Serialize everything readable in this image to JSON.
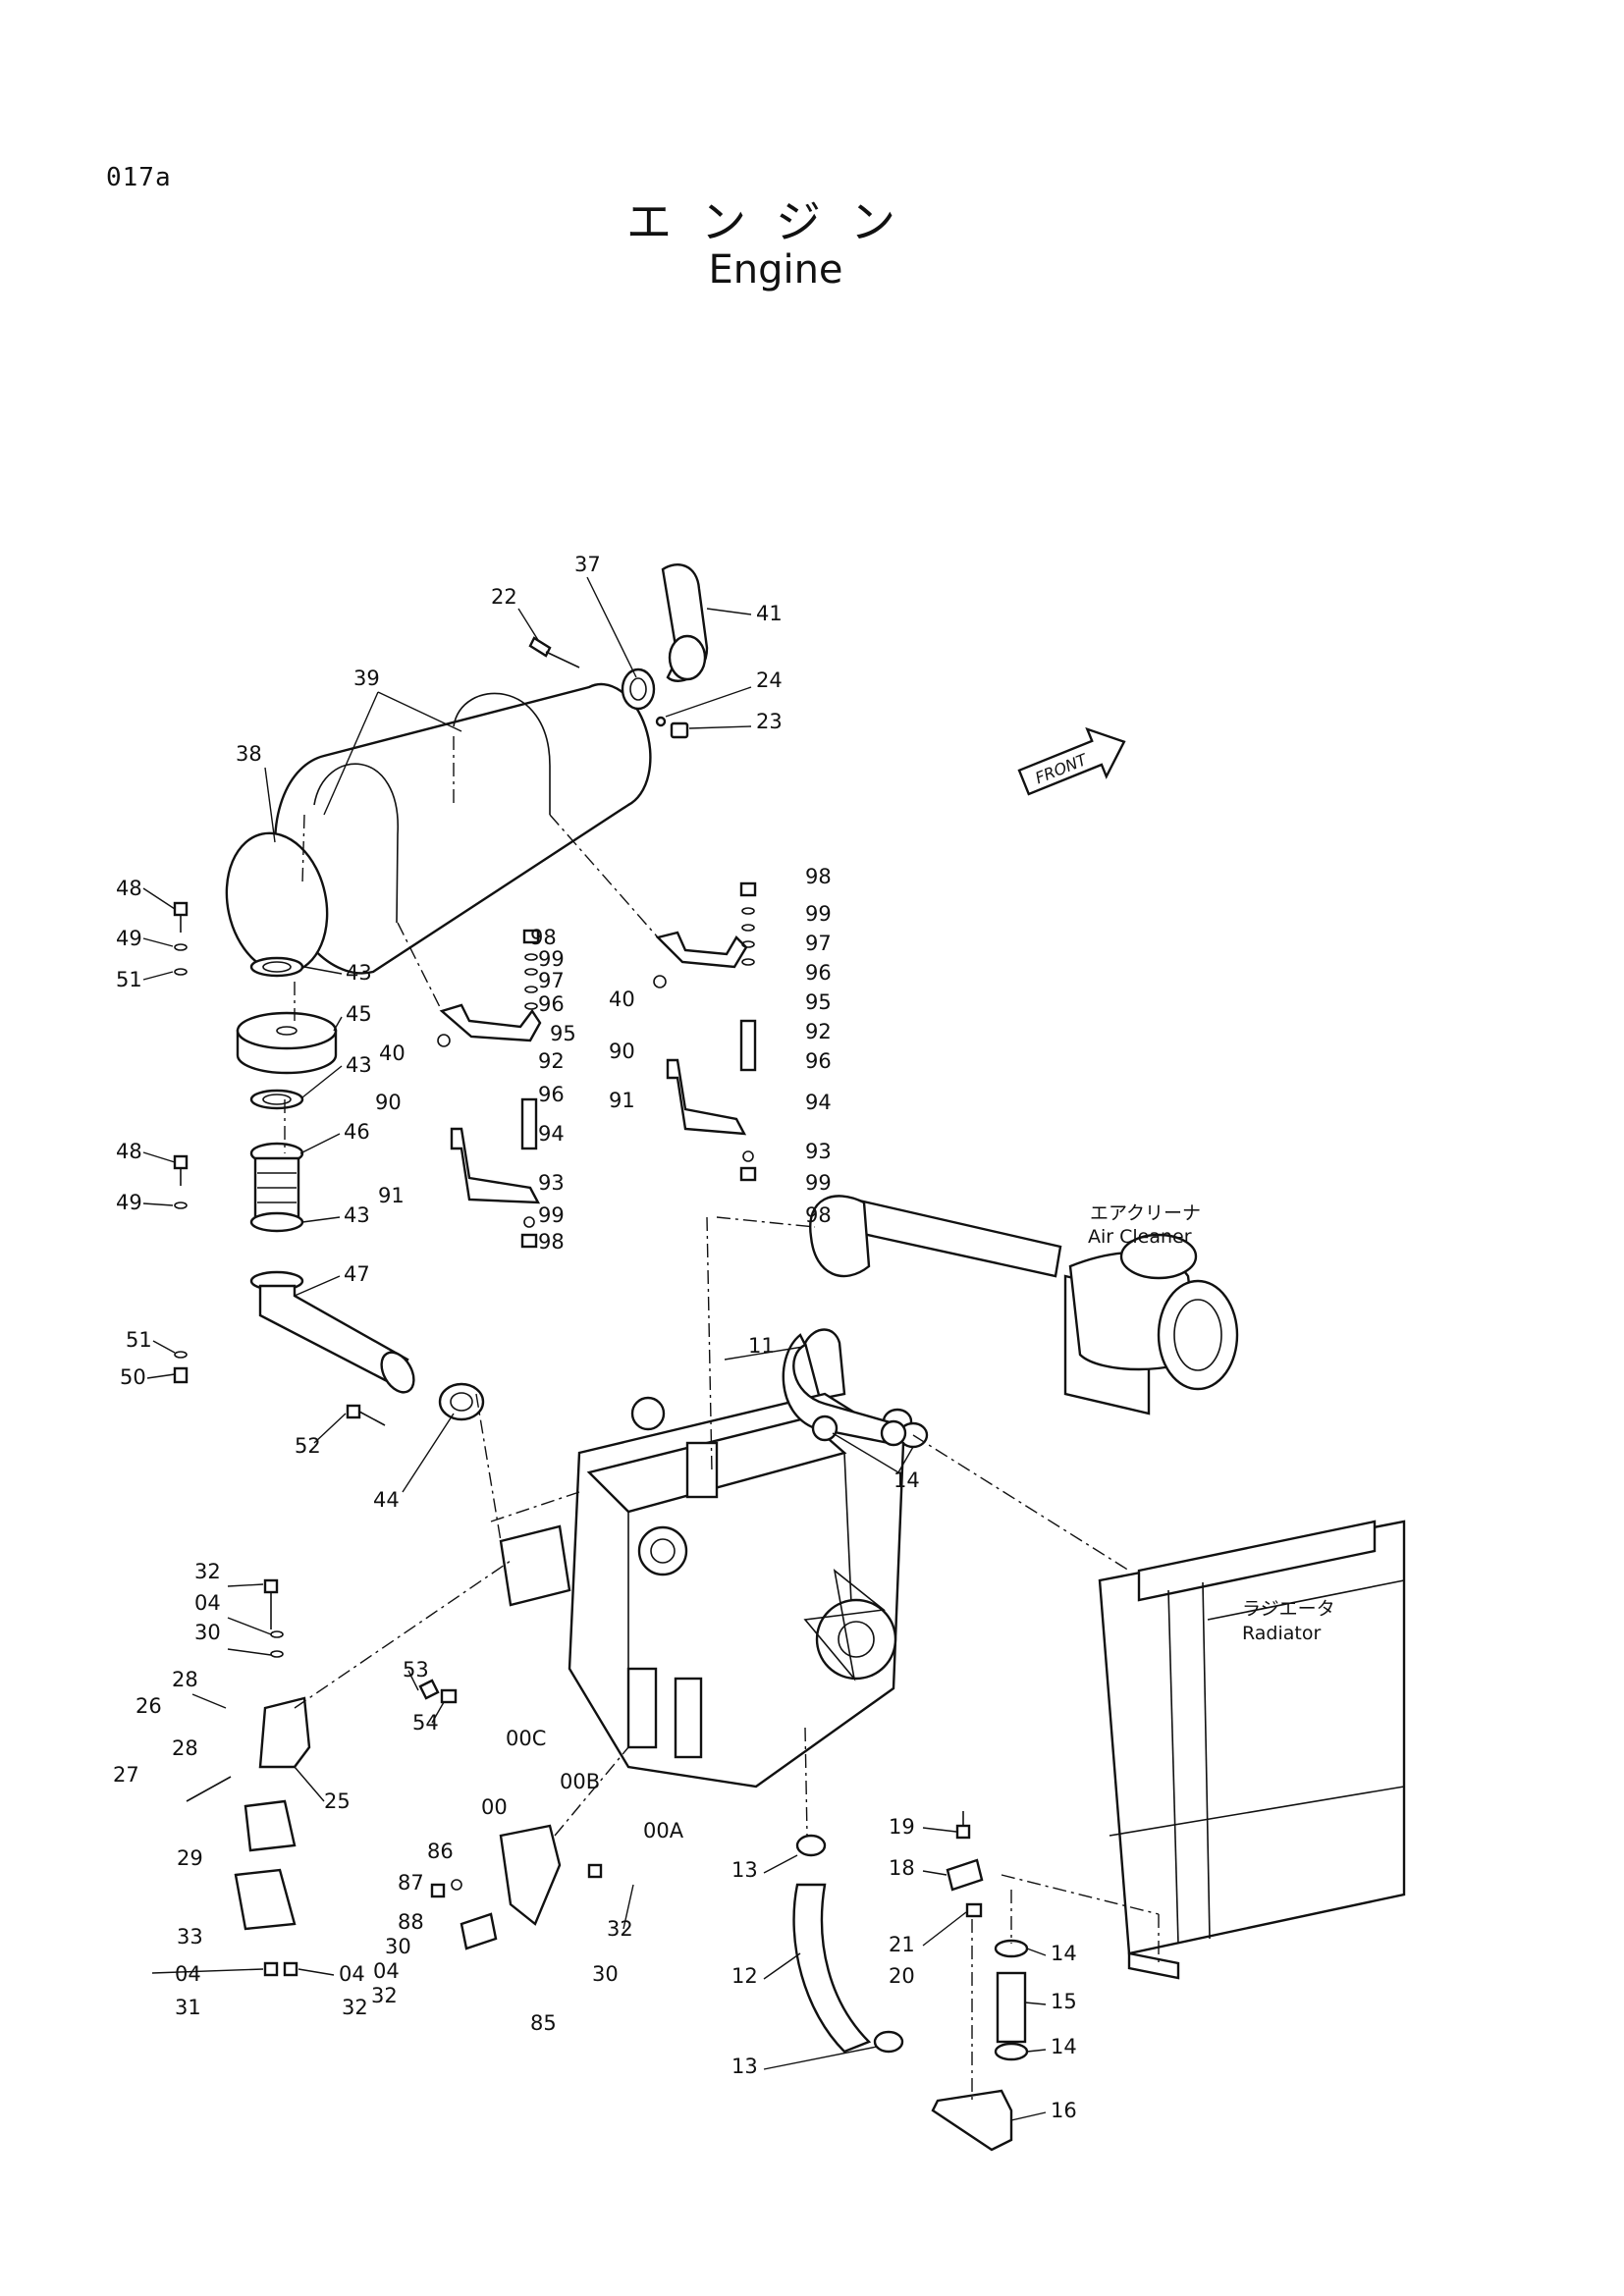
{
  "page_id": "017a",
  "title_jp": "エンジン",
  "title_en": "Engine",
  "front_marker": "FRONT",
  "components": {
    "air_cleaner_jp": "エアクリーナ",
    "air_cleaner_en": "Air Cleaner",
    "radiator_jp": "ラジエータ",
    "radiator_en": "Radiator"
  },
  "callouts": [
    "37",
    "22",
    "41",
    "39",
    "24",
    "23",
    "38",
    "48",
    "49",
    "51",
    "43",
    "45",
    "43",
    "46",
    "48",
    "49",
    "43",
    "47",
    "51",
    "50",
    "52",
    "44",
    "98",
    "99",
    "97",
    "96",
    "95",
    "40",
    "92",
    "96",
    "90",
    "94",
    "91",
    "93",
    "99",
    "98",
    "98",
    "99",
    "97",
    "96",
    "95",
    "40",
    "92",
    "90",
    "96",
    "91",
    "94",
    "93",
    "99",
    "98",
    "11",
    "14",
    "32",
    "04",
    "30",
    "28",
    "26",
    "28",
    "27",
    "25",
    "29",
    "33",
    "04",
    "04",
    "31",
    "32",
    "53",
    "54",
    "00C",
    "00B",
    "00",
    "00A",
    "86",
    "87",
    "88",
    "30",
    "04",
    "32",
    "85",
    "32",
    "30",
    "13",
    "12",
    "13",
    "19",
    "18",
    "21",
    "20",
    "14",
    "15",
    "14",
    "16"
  ]
}
